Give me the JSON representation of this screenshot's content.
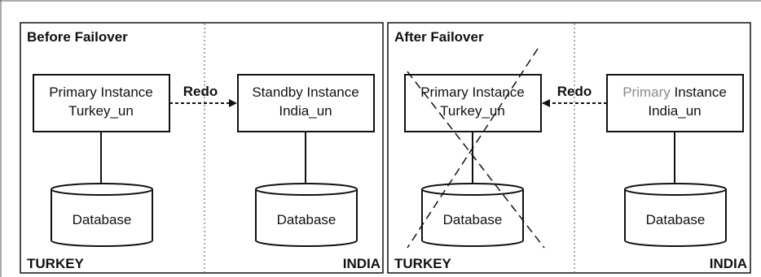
{
  "panels": {
    "before": {
      "title": "Before Failover",
      "left_region": "TURKEY",
      "right_region": "INDIA",
      "left_instance": {
        "line1": "Primary Instance",
        "line2": "Turkey_un"
      },
      "right_instance": {
        "line1": "Standby Instance",
        "line2": "India_un"
      },
      "left_db": "Database",
      "right_db": "Database",
      "redo_label": "Redo",
      "redo_direction": "left-to-right"
    },
    "after": {
      "title": "After Failover",
      "left_region": "TURKEY",
      "right_region": "INDIA",
      "left_instance": {
        "line1": "Primary Instance",
        "line2": "Turkey_un",
        "crossed_out": true
      },
      "right_instance": {
        "line1_gray": "Primary",
        "line1_rest": " Instance",
        "line2": "India_un"
      },
      "left_db": "Database",
      "right_db": "Database",
      "redo_label": "Redo",
      "redo_direction": "right-to-left"
    }
  },
  "colors": {
    "stroke": "#111111",
    "divider": "#555555",
    "muted_text": "#8a8a8a",
    "background": "#ffffff"
  }
}
